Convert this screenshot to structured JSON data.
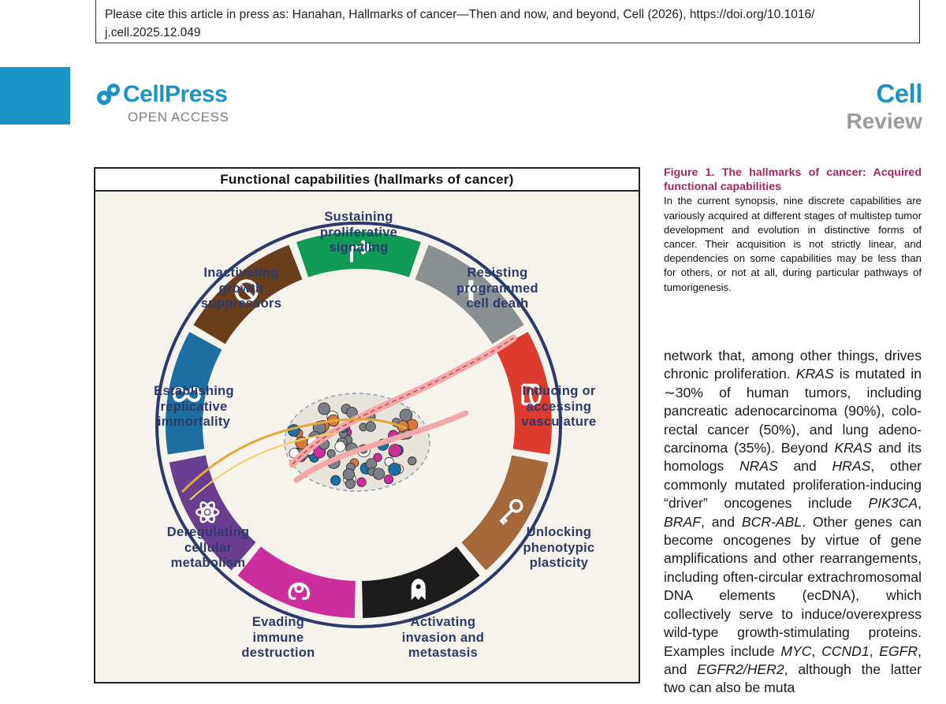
{
  "citation": {
    "text": "Please cite this article in press as: Hanahan, Hallmarks of cancer—Then and now, and beyond, Cell (2026), ",
    "link": "https://doi.org/10.1016/ j.cell.2025.12.049"
  },
  "header": {
    "logo_text": "CellPress",
    "logo_sub": "OPEN ACCESS",
    "journal": "Cell",
    "article_type": "Review"
  },
  "colors": {
    "accent_blue": "#1a93c7",
    "caption_title": "#a1295c",
    "label_navy": "#2b3a6b"
  },
  "figure": {
    "header": "Functional capabilities (hallmarks of cancer)",
    "hallmarks": [
      {
        "label": "Sustaining\nproliferative\nsignaling",
        "color": "#0f9a55",
        "icon": "arrow-icon"
      },
      {
        "label": "Resisting\nprogrammed\ncell death",
        "color": "#8a8f92",
        "icon": "cross-icon"
      },
      {
        "label": "Inducing or\naccessing\nvasculature",
        "color": "#dd3b2d",
        "icon": "vessel-icon"
      },
      {
        "label": "Unlocking\nphenotypic\nplasticity",
        "color": "#a5683b",
        "icon": "key-icon"
      },
      {
        "label": "Activating\ninvasion and\nmetastasis",
        "color": "#1c1c1c",
        "icon": "ghost-icon"
      },
      {
        "label": "Evading\nimmune\ndestruction",
        "color": "#cc2e9b",
        "icon": "immune-cell-icon"
      },
      {
        "label": "Deregulating\ncellular\nmetabolism",
        "color": "#6a3e8f",
        "icon": "atom-icon"
      },
      {
        "label": "Establishing\nreplicative\nimmortality",
        "color": "#1d6fa1",
        "icon": "infinity-icon"
      },
      {
        "label": "Inactivating\ngrowth\nsuppressors",
        "color": "#6b3e1b",
        "icon": "prohibit-icon"
      }
    ]
  },
  "caption": {
    "title": "Figure 1. The hallmarks of cancer: Acquired functional capabilities",
    "text": "In the current synopsis, nine discrete capabilities are variously acquired at different stages of multistep tumor development and evolution in distinctive forms of cancer. Their acquisition is not strictly linear, and dependencies on some capabilities may be less than for others, or not at all, during particular pathways of tumorigenesis."
  },
  "body": [
    {
      "t": "network that, among other things, drives chronic proliferation. "
    },
    {
      "t": "KRAS",
      "i": true
    },
    {
      "t": " is mutated in ∼30% of human tumors, including pancreatic adenocarcinoma (90%), colo­rectal cancer (50%), and lung adeno­carcinoma (35%). Beyond "
    },
    {
      "t": "KRAS",
      "i": true
    },
    {
      "t": " and its homologs "
    },
    {
      "t": "NRAS",
      "i": true
    },
    {
      "t": " and "
    },
    {
      "t": "HRAS",
      "i": true
    },
    {
      "t": ", other commonly mutated proliferation-induc­ing “driver” oncogenes include "
    },
    {
      "t": "PIK3CA",
      "i": true
    },
    {
      "t": ", "
    },
    {
      "t": "BRAF",
      "i": true
    },
    {
      "t": ", and "
    },
    {
      "t": "BCR-ABL",
      "i": true
    },
    {
      "t": ". Other genes can become oncogenes by virtue of gene amplifications and other rearrange­ments, including often-circular extra­chromosomal DNA elements (ecDNA), which collectively serve to induce/over­express wild-type growth-stimulating proteins. Examples include "
    },
    {
      "t": "MYC",
      "i": true
    },
    {
      "t": ", "
    },
    {
      "t": "CCND1",
      "i": true
    },
    {
      "t": ", "
    },
    {
      "t": "EGFR",
      "i": true
    },
    {
      "t": ", and "
    },
    {
      "t": "EGFR2/HER2",
      "i": true
    },
    {
      "t": ", although the latter two can also be muta­"
    }
  ]
}
